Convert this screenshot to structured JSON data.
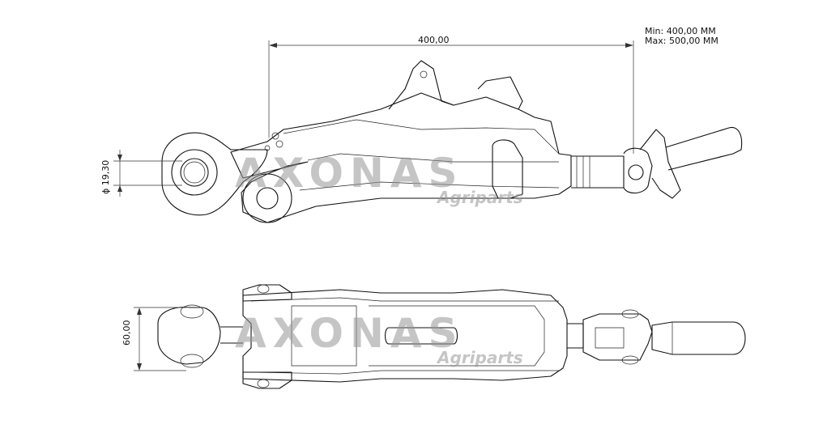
{
  "dimensions": {
    "length": "400,00",
    "min_length": "Min: 400,00 MM",
    "max_length": "Max: 500,00 MM",
    "bore_diameter": "ϕ 19,30",
    "width": "60,00"
  },
  "watermark": {
    "brand": "AXONAS",
    "tagline": "Agriparts"
  }
}
